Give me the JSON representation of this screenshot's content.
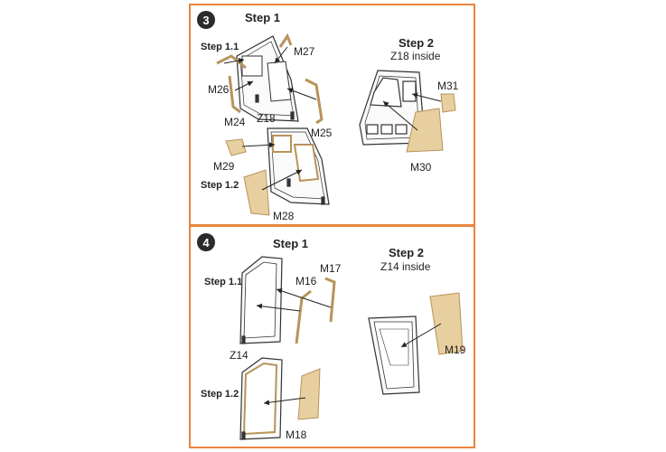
{
  "panel3": {
    "number": "3",
    "step1": "Step 1",
    "step1_1": "Step 1.1",
    "step1_2": "Step 1.2",
    "step2": "Step 2",
    "step2_note": "Z18 inside",
    "parts": {
      "m26": "M26",
      "m27": "M27",
      "m24": "M24",
      "z18": "Z18",
      "m25": "M25",
      "m29": "M29",
      "m28": "M28",
      "m31": "M31",
      "m30": "M30"
    }
  },
  "panel4": {
    "number": "4",
    "step1": "Step 1",
    "step1_1": "Step 1.1",
    "step1_2": "Step 1.2",
    "step2": "Step 2",
    "step2_note": "Z14 inside",
    "parts": {
      "m16": "M16",
      "m17": "M17",
      "z14": "Z14",
      "m18": "M18",
      "m19": "M19"
    }
  },
  "colors": {
    "border": "#e8843c",
    "part_fill": "#e8cfa0",
    "part_stroke": "#b8935a"
  }
}
